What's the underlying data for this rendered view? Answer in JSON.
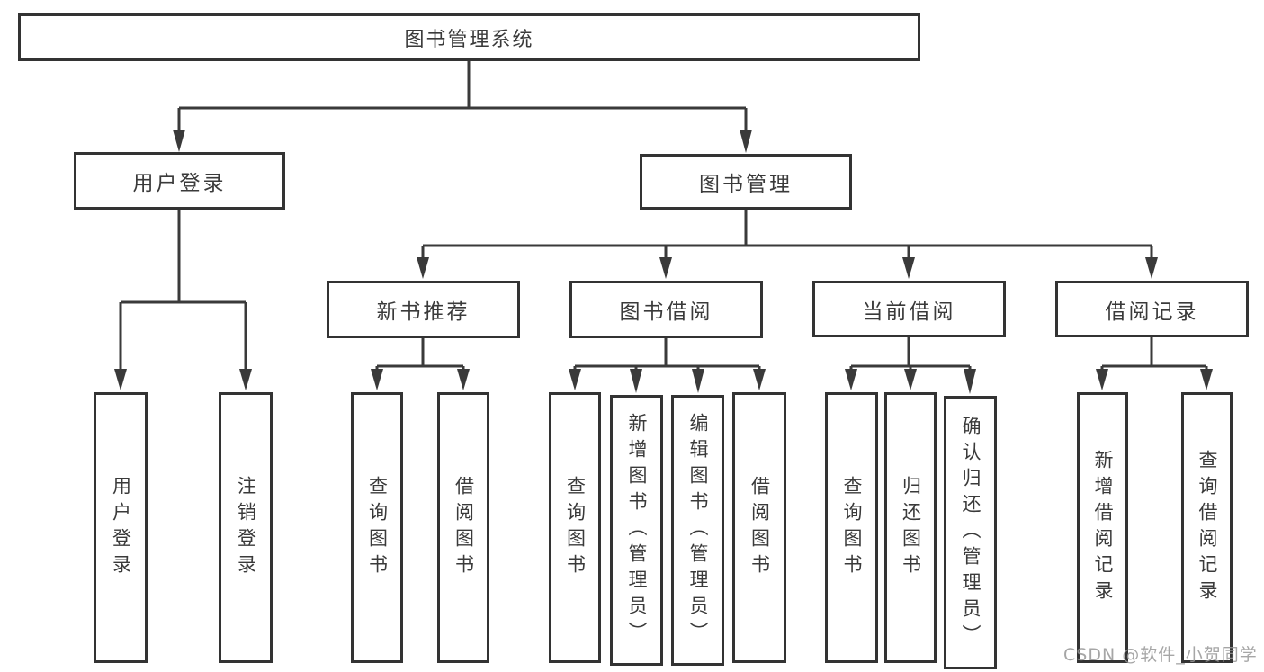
{
  "title": {
    "label": "图书管理系统"
  },
  "branches": {
    "user_login": {
      "label": "用户登录",
      "leaves": [
        {
          "label": "用户登录"
        },
        {
          "label": "注销登录"
        }
      ]
    },
    "book_mgmt": {
      "label": "图书管理"
    },
    "new_books": {
      "label": "新书推荐",
      "leaves": [
        {
          "label": "查询图书"
        },
        {
          "label": "借阅图书"
        }
      ]
    },
    "book_borrow": {
      "label": "图书借阅",
      "leaves": [
        {
          "label": "查询图书"
        },
        {
          "label": "新增图书（管理员）"
        },
        {
          "label": "编辑图书（管理员）"
        },
        {
          "label": "借阅图书"
        }
      ]
    },
    "current_borrow": {
      "label": "当前借阅",
      "leaves": [
        {
          "label": "查询图书"
        },
        {
          "label": "归还图书"
        },
        {
          "label": "确认归还（管理员）"
        }
      ]
    },
    "borrow_records": {
      "label": "借阅记录",
      "leaves": [
        {
          "label": "新增借阅记录"
        },
        {
          "label": "查询借阅记录"
        }
      ]
    }
  },
  "watermark": {
    "text": "CSDN @软件_小贺同学"
  },
  "colors": {
    "box_border": "#333333",
    "line": "#3a3a3a",
    "text": "#3a3a3a",
    "background": "#ffffff",
    "watermark": "#969696"
  }
}
